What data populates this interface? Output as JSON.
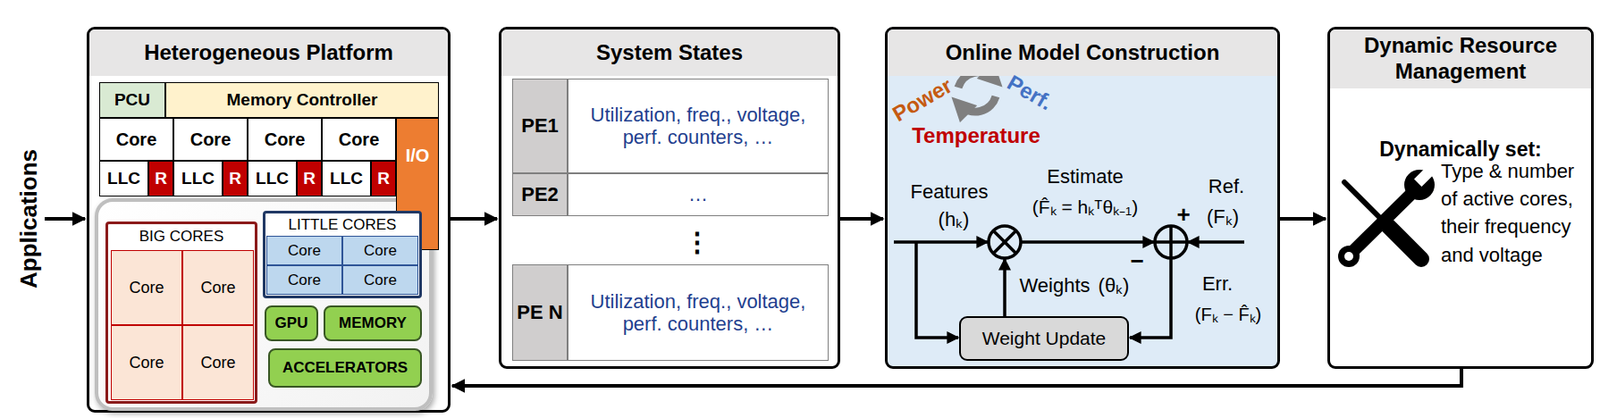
{
  "diagram": {
    "nodes": [
      {
        "text": [
          "Heterogeneous Platform"
        ]
      },
      {
        "text": [
          "PCU"
        ],
        "in": 0
      },
      {
        "text": [
          "Memory Controller"
        ],
        "in": 0
      },
      {
        "text": [
          "Core"
        ],
        "in": 0
      },
      {
        "text": [
          "Core"
        ],
        "in": 0
      },
      {
        "text": [
          "Core"
        ],
        "in": 0
      },
      {
        "text": [
          "Core"
        ],
        "in": 0
      },
      {
        "text": [
          "I/O"
        ],
        "in": 0
      },
      {
        "text": [
          "LLC"
        ],
        "in": 0
      },
      {
        "text": [
          "R"
        ],
        "in": 0
      },
      {
        "text": [
          "LLC"
        ],
        "in": 0
      },
      {
        "text": [
          "R"
        ],
        "in": 0
      },
      {
        "text": [
          "LLC"
        ],
        "in": 0
      },
      {
        "text": [
          "R"
        ],
        "in": 0
      },
      {
        "text": [
          "LLC"
        ],
        "in": 0
      },
      {
        "text": [
          "R"
        ],
        "in": 0
      },
      {
        "text": [
          "BIG CORES"
        ],
        "in": 0
      },
      {
        "text": [
          "Core"
        ],
        "in": 16
      },
      {
        "text": [
          "Core"
        ],
        "in": 16
      },
      {
        "text": [
          "Core"
        ],
        "in": 16
      },
      {
        "text": [
          "Core"
        ],
        "in": 16
      },
      {
        "text": [
          "LITTLE CORES"
        ],
        "in": 0
      },
      {
        "text": [
          "Core"
        ],
        "in": 21
      },
      {
        "text": [
          "Core"
        ],
        "in": 21
      },
      {
        "text": [
          "Core"
        ],
        "in": 21
      },
      {
        "text": [
          "Core"
        ],
        "in": 21
      },
      {
        "text": [
          "GPU"
        ],
        "in": 0
      },
      {
        "text": [
          "MEMORY"
        ],
        "in": 0
      },
      {
        "text": [
          "ACCELERATORS"
        ],
        "in": 0
      },
      {
        "text": [
          "System States"
        ]
      },
      {
        "text": [
          "PE1"
        ],
        "in": 29
      },
      {
        "text": [
          "Utilization, freq., voltage, perf. counters, …"
        ],
        "in": 29
      },
      {
        "text": [
          "PE2"
        ],
        "in": 29
      },
      {
        "text": [
          "…"
        ],
        "in": 29
      },
      {
        "text": [
          "PE N"
        ],
        "in": 29
      },
      {
        "text": [
          "Utilization, freq., voltage, perf. counters, …"
        ],
        "in": 29
      },
      {
        "text": [
          "Online Model Construction"
        ]
      },
      {
        "text": [
          "Weight Update"
        ],
        "in": 36
      },
      {
        "text": [
          "Dynamic Resource Management",
          "Dynamically set:",
          "Type & number of active cores, their frequency and voltage"
        ]
      }
    ],
    "edges": [
      {
        "from": 0,
        "to": 29,
        "arrow": "to"
      },
      {
        "from": 29,
        "to": 36,
        "arrow": "to"
      },
      {
        "from": 36,
        "to": 38,
        "arrow": "to"
      },
      {
        "from": 38,
        "to": 0,
        "arrow": "to"
      }
    ],
    "labels": [
      "Applications",
      "⋮",
      "Power",
      "Perf.",
      "Temperature",
      "Features",
      "(hₖ)",
      "Estimate",
      "(F̂ₖ = hₖᵀθₖ₋₁)",
      "Ref.",
      "(Fₖ)",
      "+",
      "−",
      "Weights",
      "(θₖ)",
      "Err.",
      "(Fₖ − F̂ₖ)"
    ]
  }
}
